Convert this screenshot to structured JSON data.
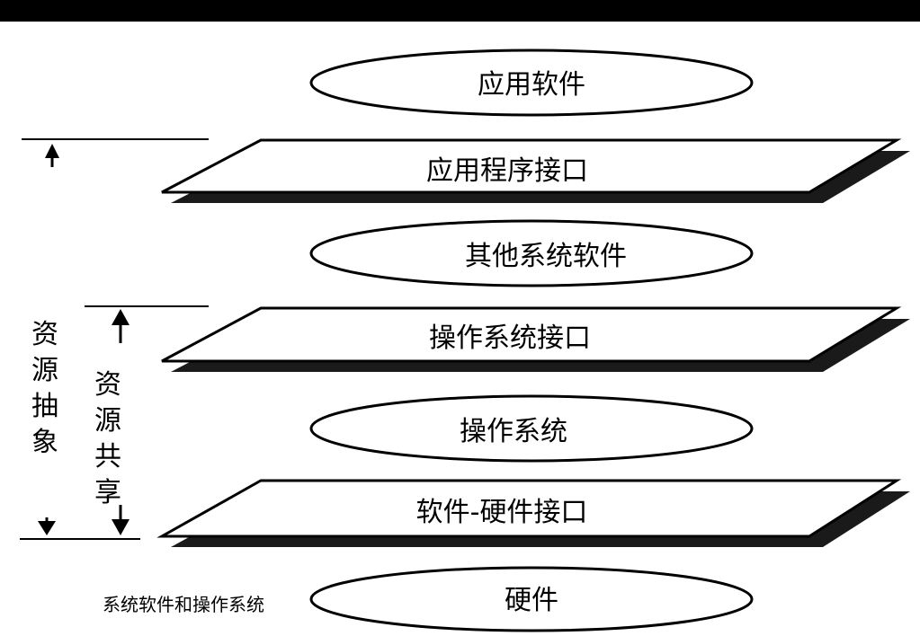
{
  "layers": [
    {
      "shape": "ellipse",
      "label": "应用软件"
    },
    {
      "shape": "plane",
      "label": "应用程序接口"
    },
    {
      "shape": "ellipse",
      "label": "其他系统软件"
    },
    {
      "shape": "plane",
      "label": "操作系统接口"
    },
    {
      "shape": "ellipse",
      "label": "操作系统"
    },
    {
      "shape": "plane",
      "label": "软件-硬件接口"
    },
    {
      "shape": "ellipse",
      "label": "硬件"
    }
  ],
  "side_labels": {
    "abstraction": [
      "资",
      "源",
      "抽",
      "象"
    ],
    "sharing": [
      "资",
      "源",
      "共",
      "享"
    ]
  },
  "caption": "系统软件和操作系统",
  "colors": {
    "ink": "#000000",
    "paper": "#ffffff",
    "shadow": "#1a1a1a"
  }
}
